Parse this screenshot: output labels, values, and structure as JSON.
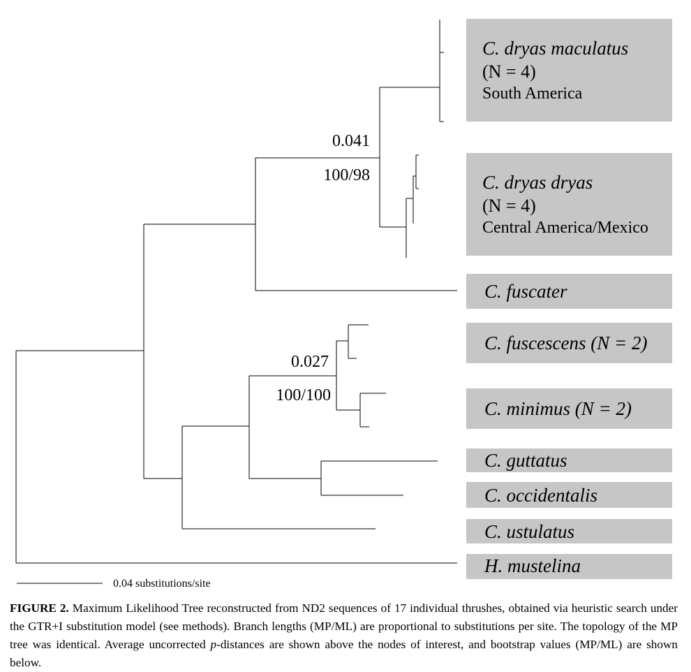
{
  "taxa": [
    {
      "line1": "C. dryas maculatus",
      "line2": "(N = 4)",
      "line3": "South America"
    },
    {
      "line1": "C. dryas dryas",
      "line2": "(N = 4)",
      "line3": "Central America/Mexico"
    },
    {
      "line1": "C. fuscater"
    },
    {
      "line1": "C. fuscescens (N = 2)"
    },
    {
      "line1": "C. minimus (N = 2)"
    },
    {
      "line1": "C. guttatus"
    },
    {
      "line1": "C. occidentalis"
    },
    {
      "line1": "C. ustulatus"
    },
    {
      "line1": "H. mustelina"
    }
  ],
  "node_labels": {
    "dryas": {
      "above": "0.041",
      "below": "100/98"
    },
    "fuscescens_minimus": {
      "above": "0.027",
      "below": "100/100"
    }
  },
  "scale_bar": {
    "label": "0.04 substitutions/site"
  },
  "caption": {
    "label": "FIGURE 2.",
    "text_a": " Maximum Likelihood Tree reconstructed from ND2 sequences of 17 individual thrushes, obtained via heuristic search under the GTR+I substitution model (see methods). Branch lengths (MP/ML) are proportional to substitutions per site. The topology of the MP tree was identical. Average uncorrected ",
    "p": "p",
    "text_b": "-distances are shown above the nodes of interest, and bootstrap values (MP/ML) are shown below."
  }
}
